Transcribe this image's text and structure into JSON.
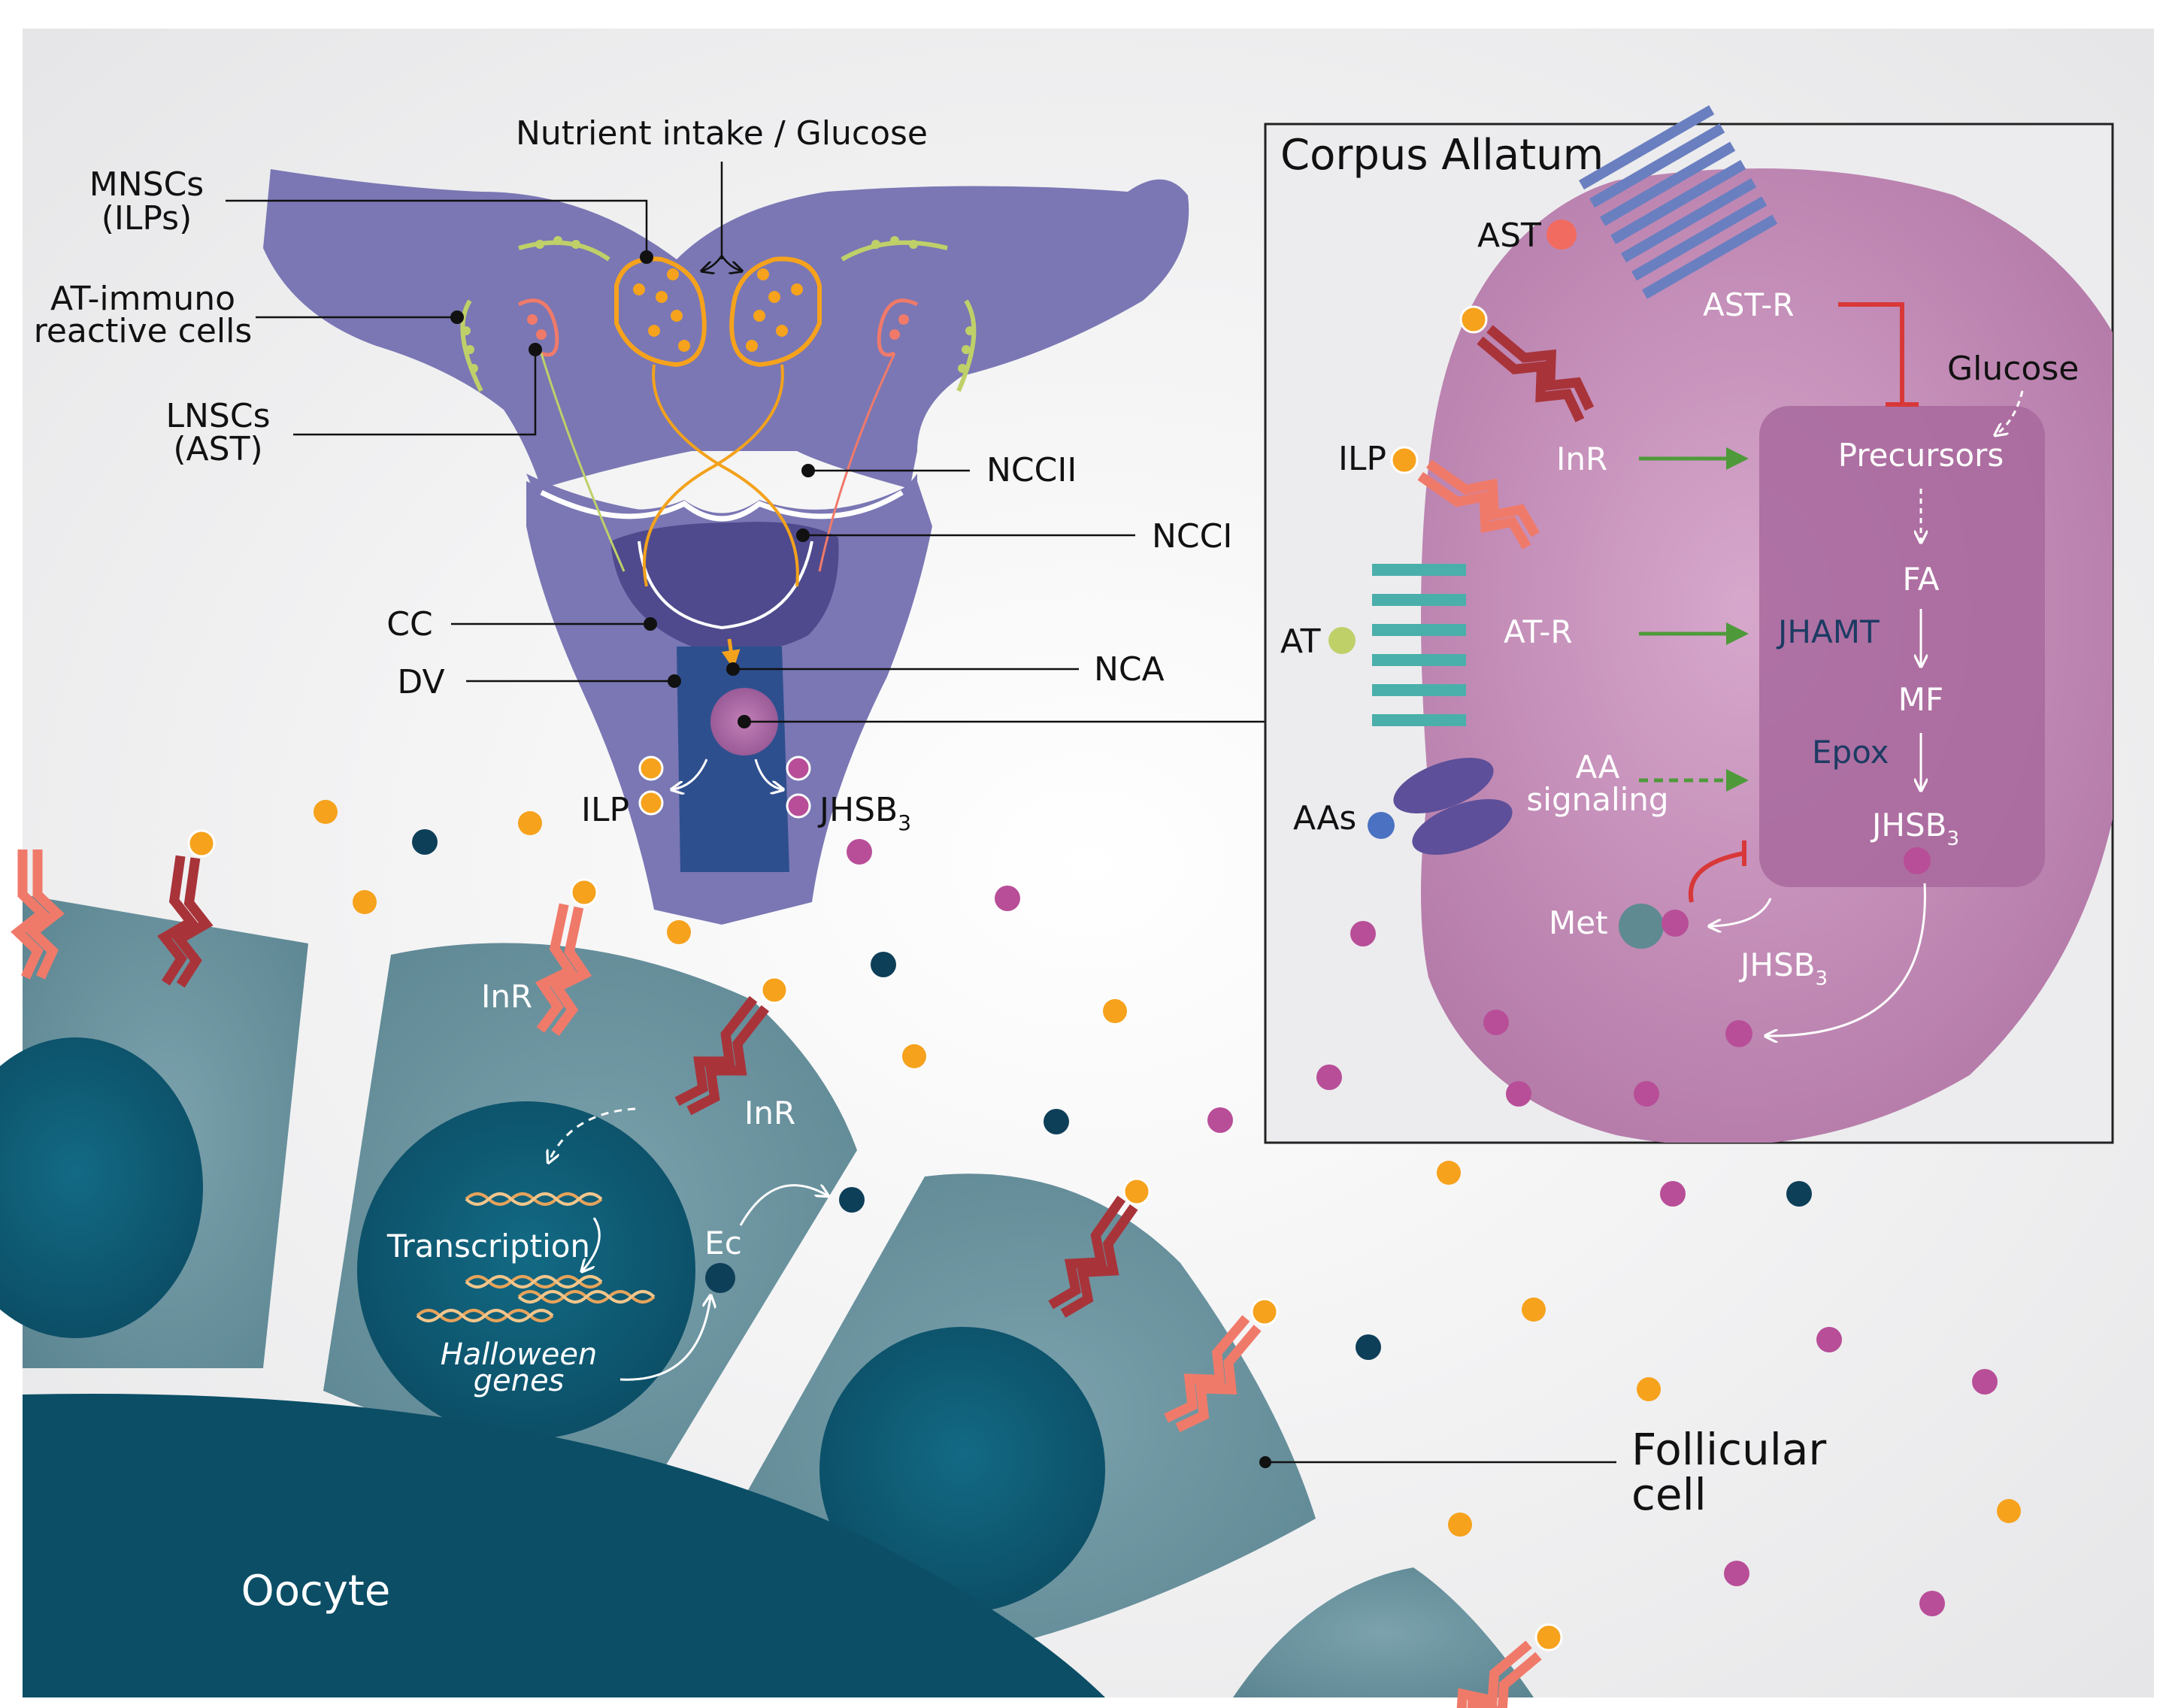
{
  "brain": {
    "top_label": "Nutrient intake / Glucose",
    "mnsc_l1": "MNSCs",
    "mnsc_l2": "(ILPs)",
    "at_l1": "AT-immuno",
    "at_l2": "reactive cells",
    "lnsc_l1": "LNSCs",
    "lnsc_l2": "(AST)",
    "nccii": "NCCII",
    "ncci": "NCCI",
    "cc": "CC",
    "dv": "DV",
    "nca": "NCA",
    "ilp": "ILP",
    "jhsb": "JHSB",
    "jhsb_sub": "3"
  },
  "ca": {
    "title": "Corpus Allatum",
    "ast": "AST",
    "ast_r": "AST-R",
    "glucose": "Glucose",
    "ilp": "ILP",
    "inr": "InR",
    "precursors": "Precursors",
    "fa": "FA",
    "at": "AT",
    "at_r": "AT-R",
    "jhamt": "JHAMT",
    "mf": "MF",
    "aa_l1": "AA",
    "aa_l2": "signaling",
    "epox": "Epox",
    "aas": "AAs",
    "jhsb": "JHSB",
    "jhsb_sub": "3",
    "met": "Met",
    "jhsb2": "JHSB",
    "jhsb2_sub": "3"
  },
  "follicle": {
    "inr1": "InR",
    "inr2": "InR",
    "transcription": "Transcription",
    "ec": "Ec",
    "halloween_l1": "Halloween",
    "halloween_l2": "genes",
    "follicular_l1": "Follicular",
    "follicular_l2": "cell",
    "oocyte": "Oocyte"
  },
  "colors": {
    "brain": "#7a77b4",
    "corpus_allatum": "#b97aab",
    "follicle_cell": "#5f8b97",
    "nucleus": "#0d5a73",
    "ilp": "#f6a21c",
    "jh": "#b84e98",
    "ecdysone": "#0e3f58",
    "inr_light": "#f07a6a",
    "inr_dark": "#a8343a"
  }
}
